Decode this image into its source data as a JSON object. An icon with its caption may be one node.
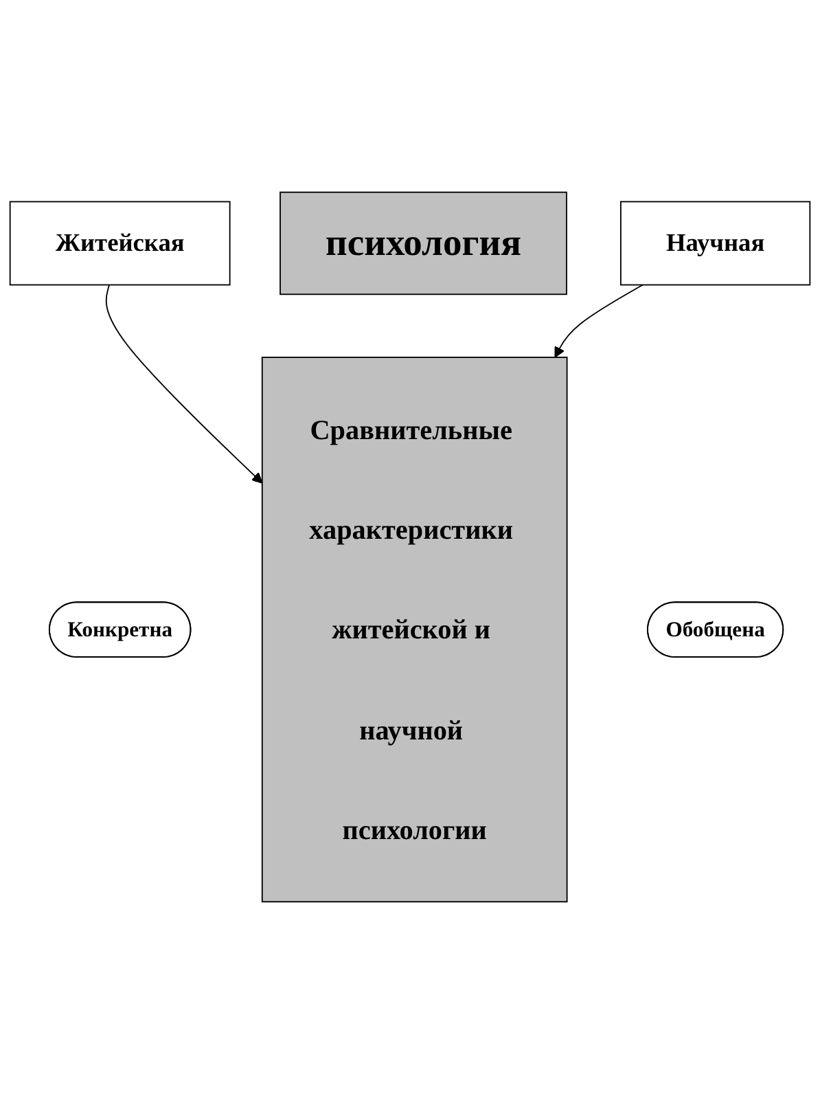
{
  "diagram": {
    "nodes": [
      {
        "text": [
          "психология"
        ]
      },
      {
        "text": [
          "Житейская"
        ]
      },
      {
        "text": [
          "Научная"
        ]
      },
      {
        "text": [
          "Конкретна"
        ]
      },
      {
        "text": [
          "Сравнительные характеристики житейской и научной психологии"
        ]
      },
      {
        "text": [
          "Обобщена"
        ]
      }
    ],
    "edges": [
      {
        "from": 1,
        "to": 4,
        "arrow": "to"
      },
      {
        "from": 2,
        "to": 4,
        "arrow": "to"
      }
    ]
  }
}
